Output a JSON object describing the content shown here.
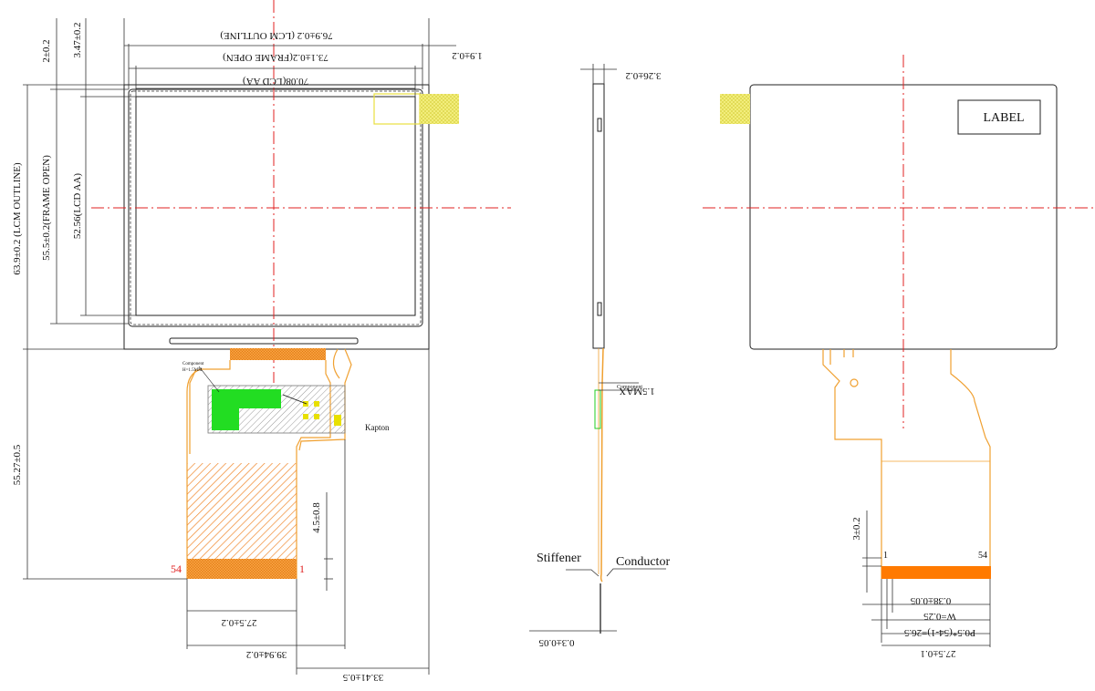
{
  "front_view": {
    "dim_lcm_outline_w": "76.9±0.2 (LCM OUTLINE)",
    "dim_frame_open_w": "73.1±0.2(FRAME OPEN)",
    "dim_lcd_aa_w": "70.08(LCD AA)",
    "dim_right_offset": "1.9±0.2",
    "dim_top_2": "2±0.2",
    "dim_top_347": "3.47±0.2",
    "dim_lcm_outline_h": "63.9±0.2 (LCM OUTLINE)",
    "dim_frame_open_h": "55.5±0.2(FRAME OPEN)",
    "dim_lcd_aa_h": "52.56(LCD AA)",
    "dim_fpc_length": "55.27±0.5",
    "dim_45": "4.5±0.8",
    "dim_275": "27.5±0.2",
    "dim_3994": "39.94±0.2",
    "dim_3341": "33.41±0.5",
    "component_note": "Component",
    "component_note2": "H=1.5MM",
    "kapton": "Kapton",
    "pin_54": "54",
    "pin_1": "1"
  },
  "side_view": {
    "dim_thickness": "3.26±0.2",
    "dim_component": "1.5MAX",
    "component_label": "Component",
    "stiffener": "Stiffener",
    "conductor": "Conductor",
    "dim_bottom": "0.3±0.05"
  },
  "rear_view": {
    "label": "LABEL",
    "dim_3": "3±0.2",
    "dim_038": "0.38±0.05",
    "dim_w": "W=0.25",
    "dim_pitch": "P0.5*(54-1)=26.5",
    "dim_275": "27.5±0.1",
    "pin_1": "1",
    "pin_54": "54"
  },
  "colors": {
    "centerline": "#e02020",
    "fpc_trace": "#f0a030",
    "contact_pad": "#ff7a00",
    "component_green": "#22dd22",
    "yellow_pad": "#e8e040"
  }
}
